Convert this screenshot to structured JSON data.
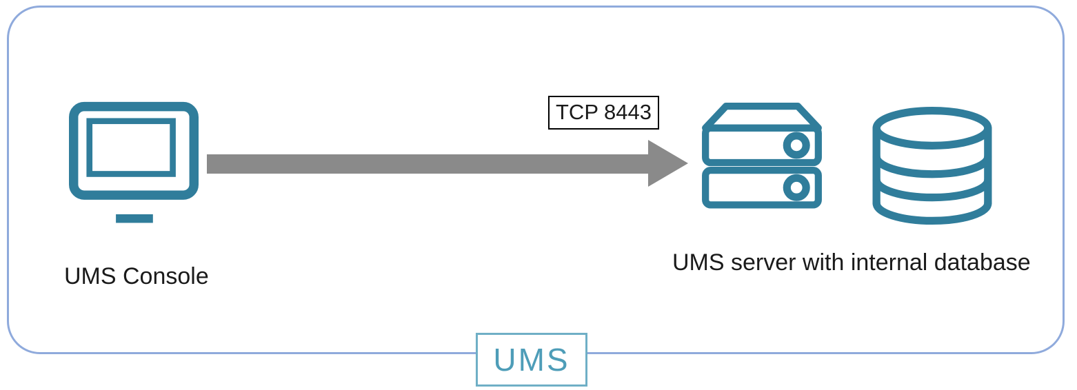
{
  "diagram": {
    "nodes": {
      "console": {
        "label": "UMS Console",
        "icon": "monitor-icon"
      },
      "server": {
        "label": "UMS server with internal database",
        "icons": [
          "server-icon",
          "database-icon"
        ]
      }
    },
    "connection": {
      "label": "TCP 8443",
      "direction": "left-to-right"
    },
    "badge": {
      "label": "UMS"
    }
  },
  "colors": {
    "frame_border": "#8FAADC",
    "icon_teal": "#307D9B",
    "arrow_gray": "#8A8A8A",
    "port_border": "#000000",
    "badge_border": "#6FAFC6",
    "badge_text": "#4E9DB8",
    "label_text": "#1A1A1A"
  }
}
